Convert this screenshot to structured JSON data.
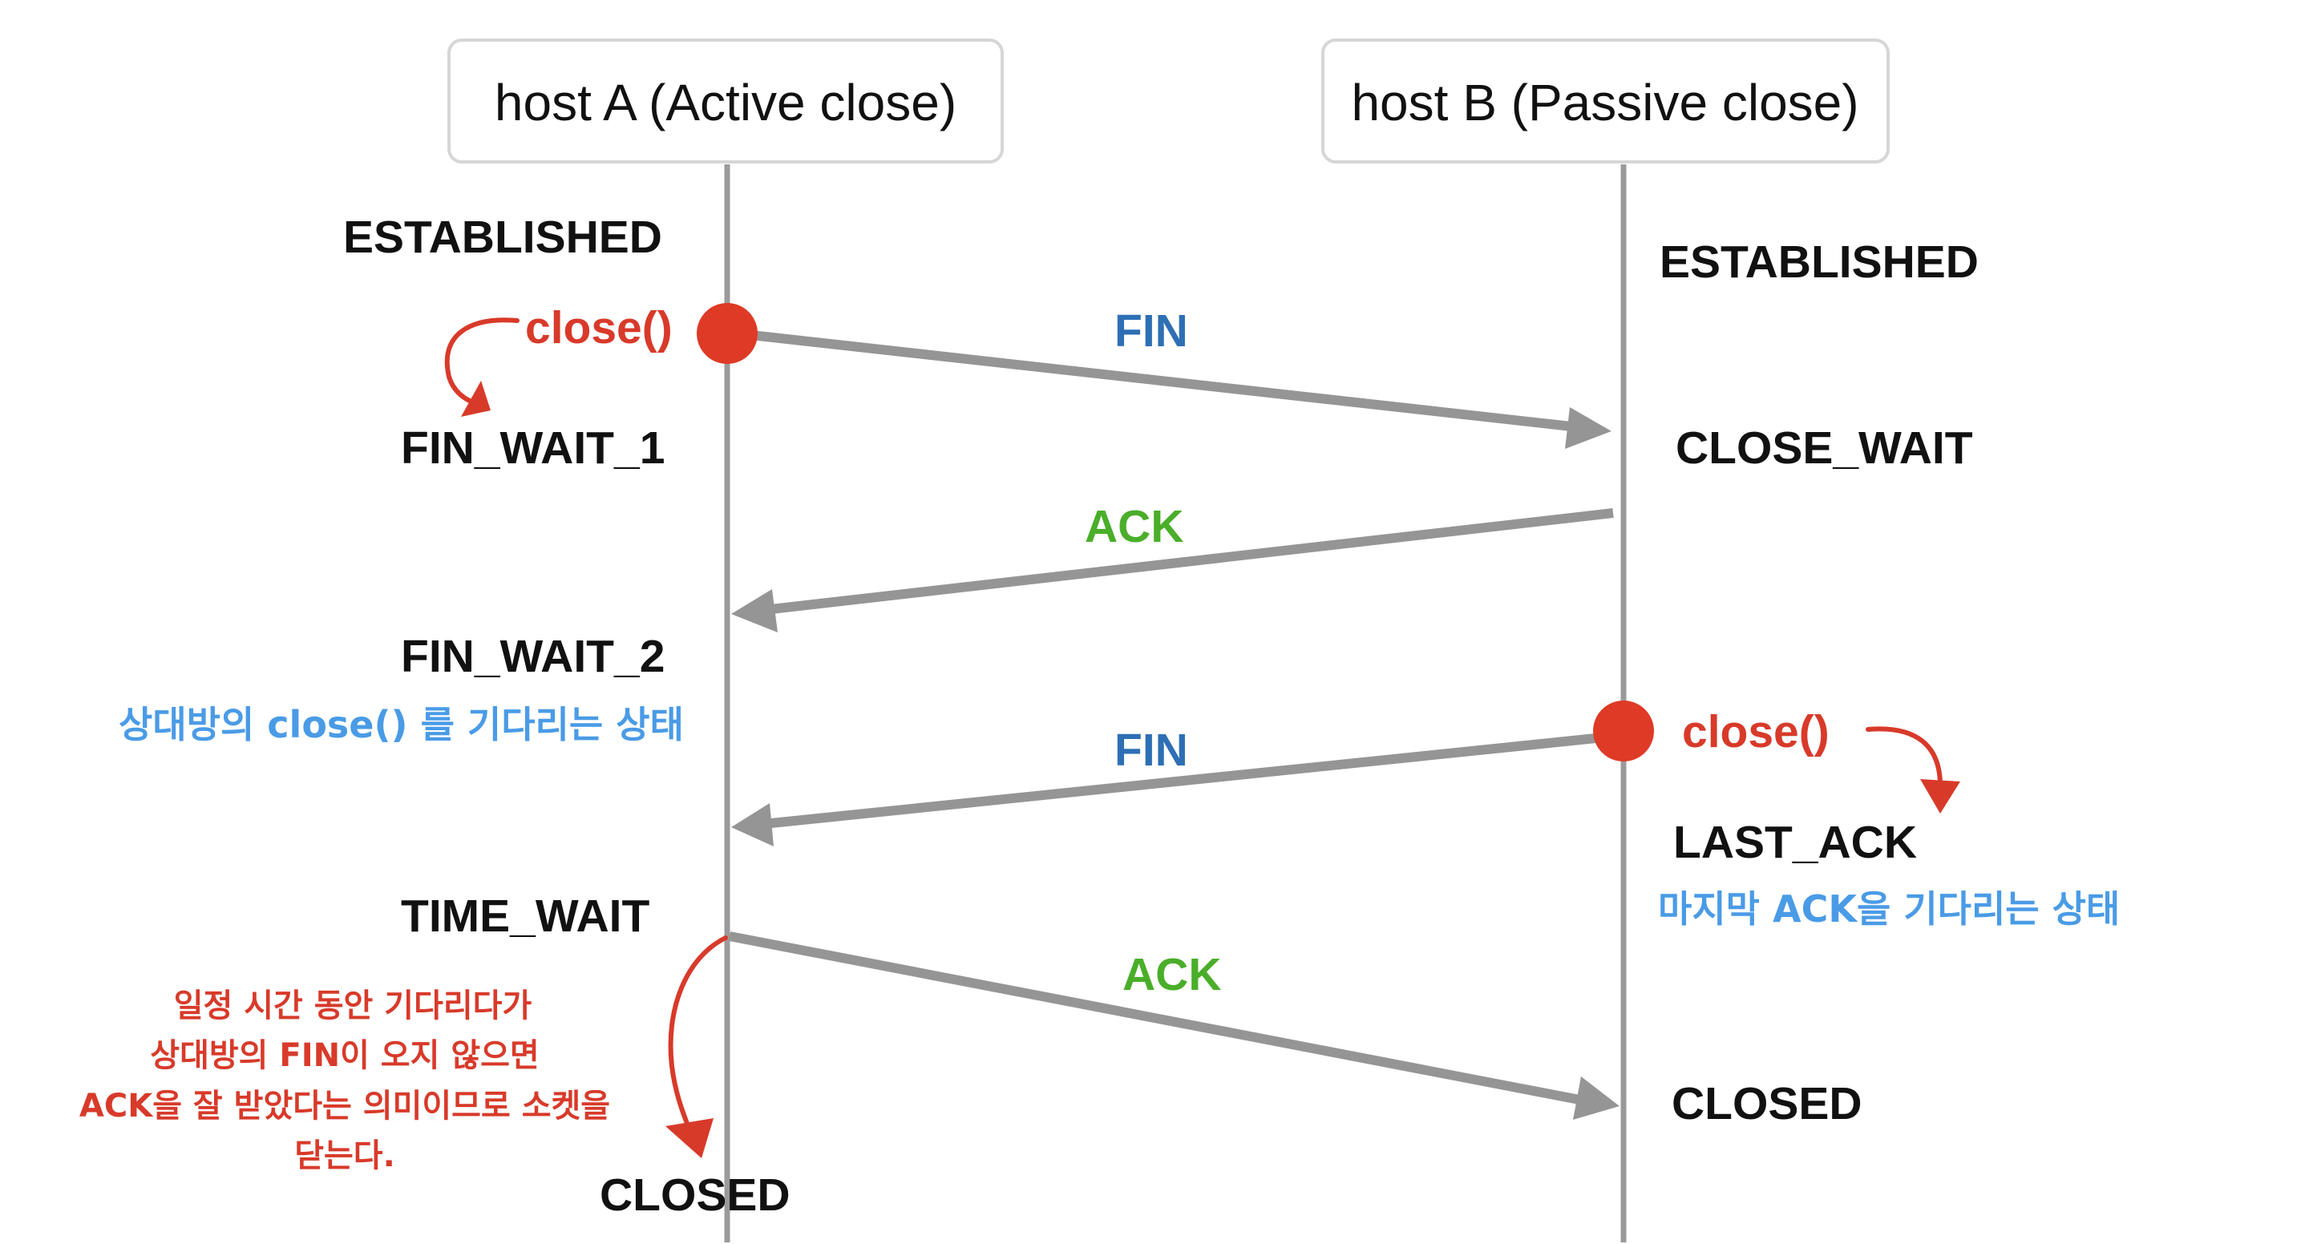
{
  "hosts": {
    "a": {
      "title": "host A (Active close)"
    },
    "b": {
      "title": "host B (Passive close)"
    }
  },
  "states": {
    "a_established": "ESTABLISHED",
    "a_fin_wait_1": "FIN_WAIT_1",
    "a_fin_wait_2": "FIN_WAIT_2",
    "a_time_wait": "TIME_WAIT",
    "a_closed": "CLOSED",
    "b_established": "ESTABLISHED",
    "b_close_wait": "CLOSE_WAIT",
    "b_last_ack": "LAST_ACK",
    "b_closed": "CLOSED"
  },
  "calls": {
    "a_close": "close()",
    "b_close": "close()"
  },
  "messages": {
    "fin_1": "FIN",
    "ack_1": "ACK",
    "fin_2": "FIN",
    "ack_2": "ACK"
  },
  "notes": {
    "fin_wait_2": "상대방의 close() 를 기다리는 상태",
    "last_ack": "마지막 ACK을 기다리는 상태",
    "time_wait": [
      "일정 시간 동안 기다리다가",
      "상대방의 FIN이 오지 않으면",
      "ACK을 잘 받았다는 의미이므로 소켓을",
      "닫는다."
    ]
  },
  "colors": {
    "fin": "#2e6fb4",
    "ack": "#4aae2a",
    "close_call": "#d83a2a",
    "note_blue": "#4a9be6",
    "arrow_gray": "#959595"
  }
}
